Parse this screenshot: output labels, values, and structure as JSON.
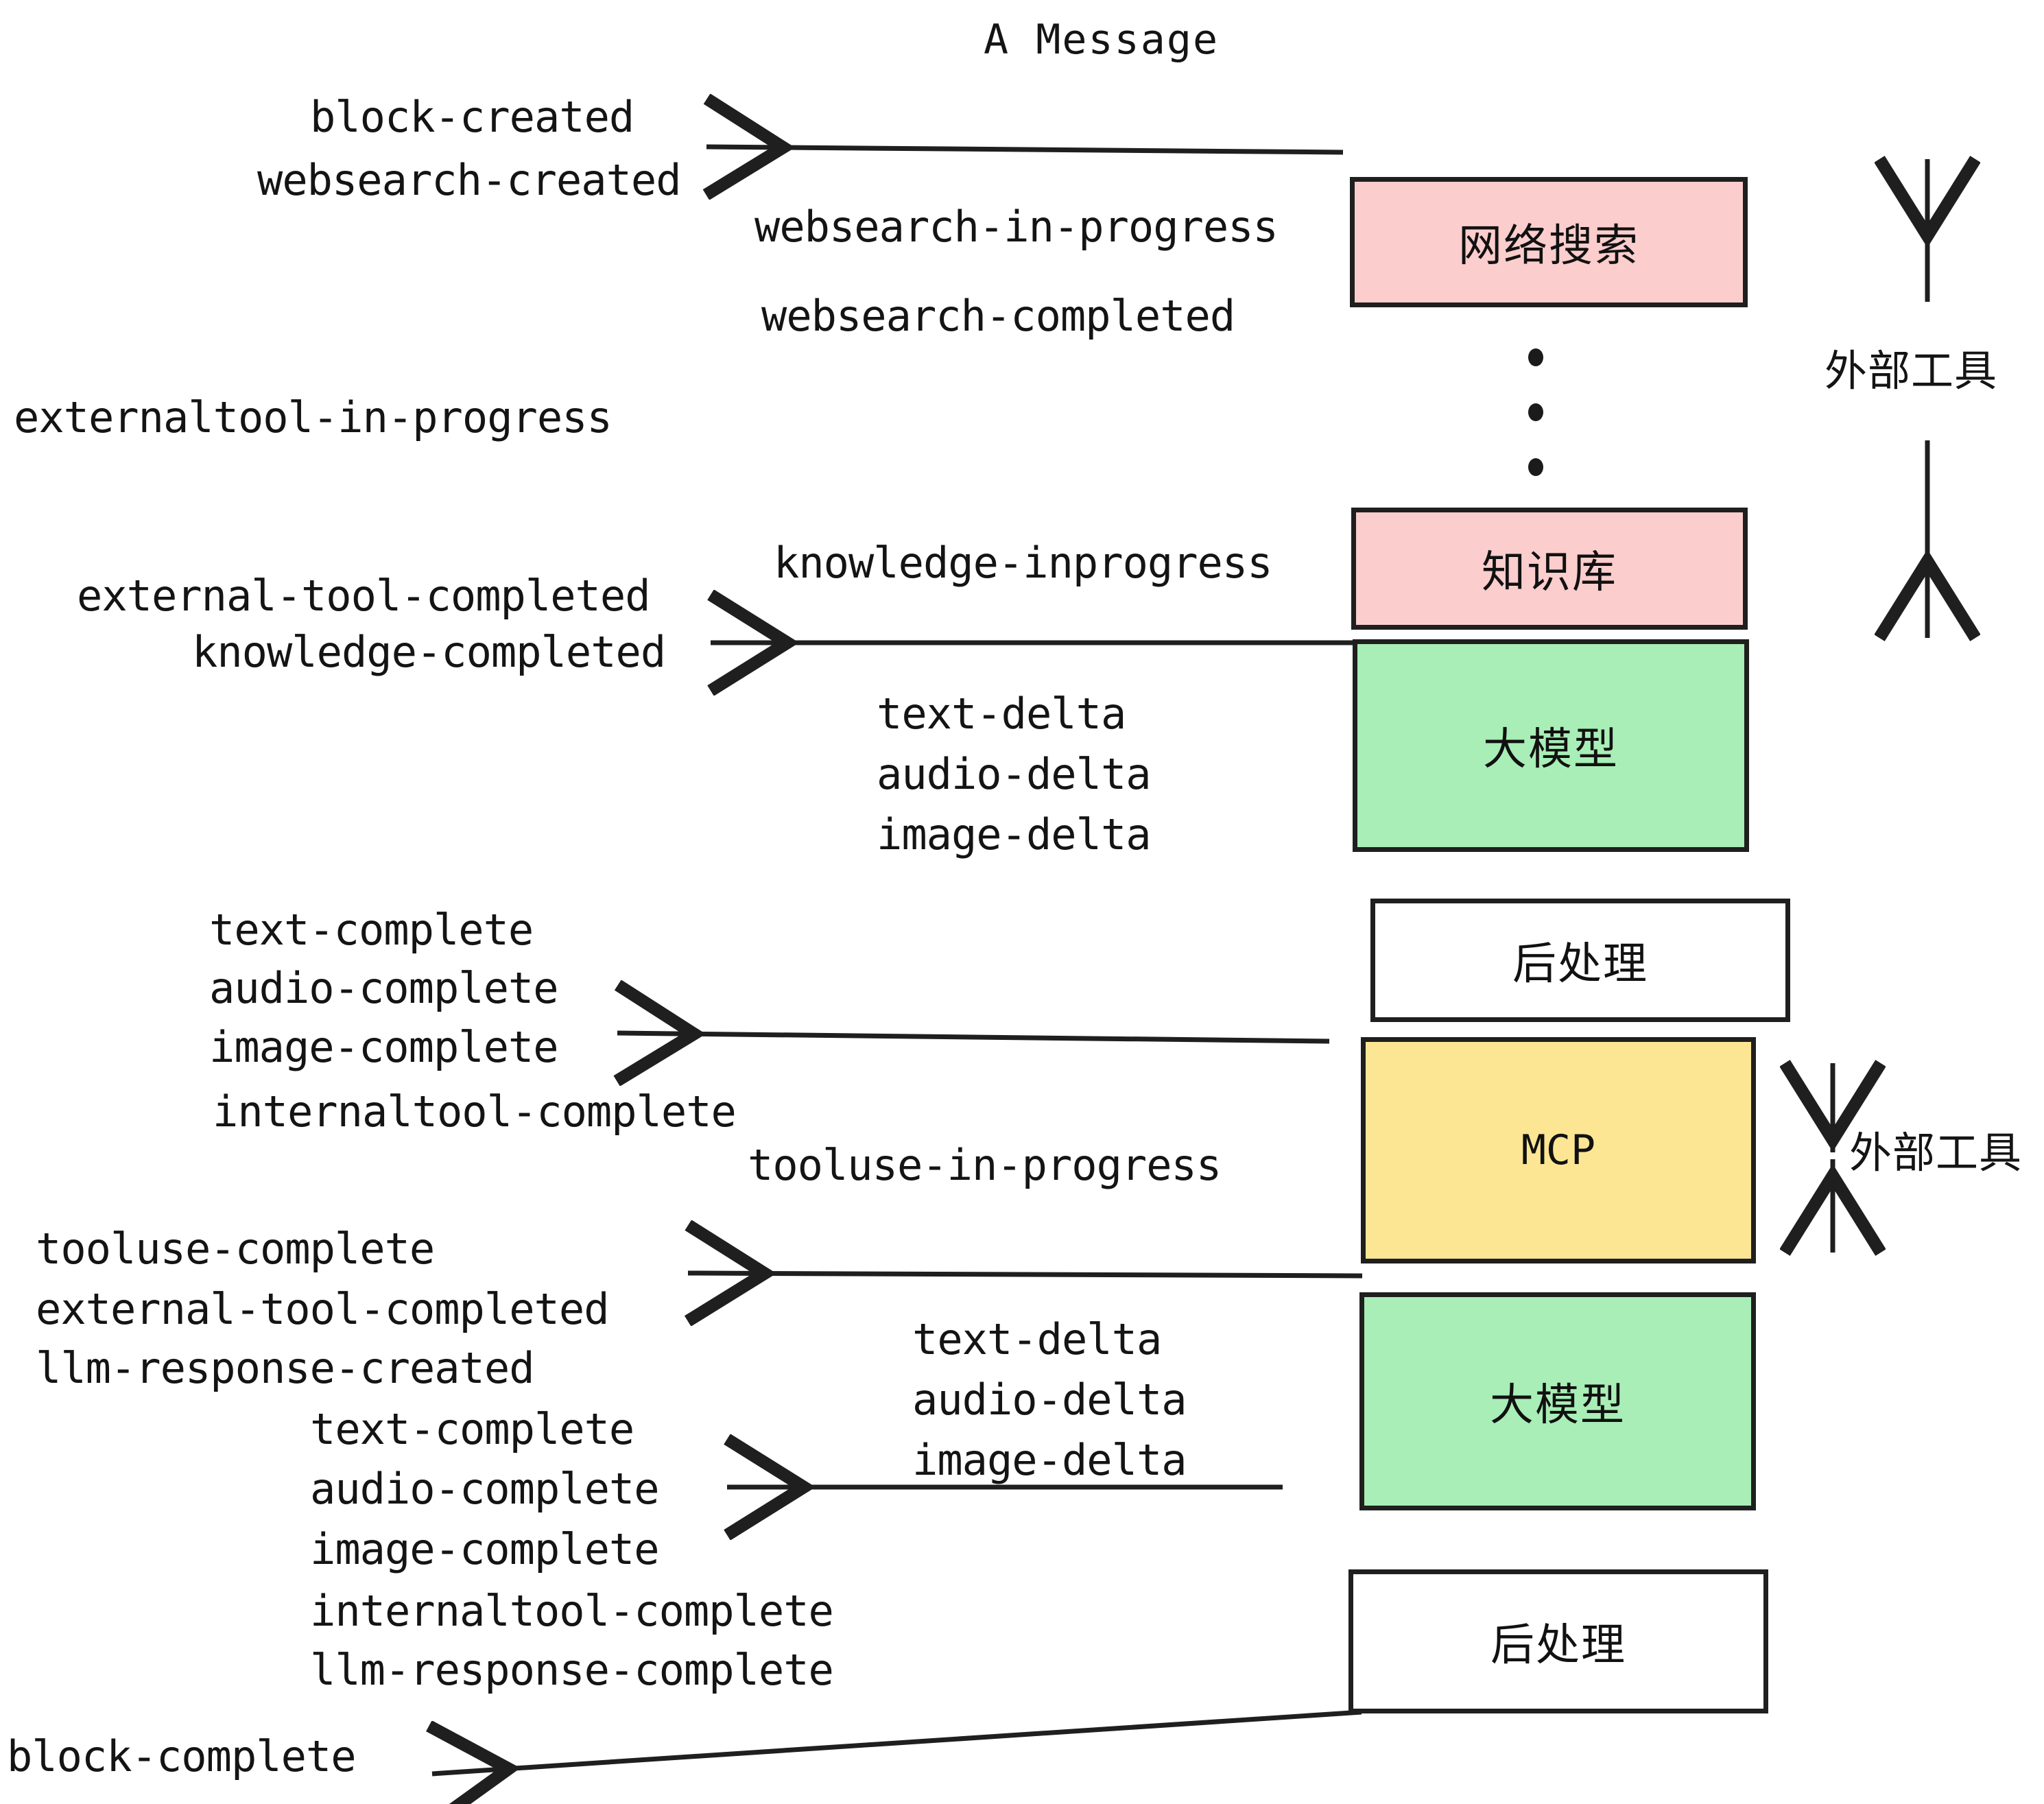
{
  "title": "A Message",
  "boxes": [
    {
      "id": "websearch",
      "label": "网络搜索",
      "color": "#fbcdcd"
    },
    {
      "id": "knowledge",
      "label": "知识库",
      "color": "#fbcdcd"
    },
    {
      "id": "llm-1",
      "label": "大模型",
      "color": "#a8eeb6"
    },
    {
      "id": "postprocess-1",
      "label": "后处理",
      "color": "#ffffff"
    },
    {
      "id": "mcp",
      "label": "MCP",
      "color": "#fce694"
    },
    {
      "id": "llm-2",
      "label": "大模型",
      "color": "#a8eeb6"
    },
    {
      "id": "postprocess-2",
      "label": "后处理",
      "color": "#ffffff"
    }
  ],
  "side_labels": [
    {
      "id": "external-tool-top",
      "label": "外部工具"
    },
    {
      "id": "external-tool-bottom",
      "label": "外部工具"
    }
  ],
  "events": [
    {
      "id": "block-created",
      "text": "block-created"
    },
    {
      "id": "websearch-created",
      "text": "websearch-created"
    },
    {
      "id": "websearch-in-progress",
      "text": "websearch-in-progress"
    },
    {
      "id": "websearch-completed",
      "text": "websearch-completed"
    },
    {
      "id": "externaltool-in-progress",
      "text": "externaltool-in-progress"
    },
    {
      "id": "knowledge-inprogress",
      "text": "knowledge-inprogress"
    },
    {
      "id": "external-tool-completed-1",
      "text": "external-tool-completed"
    },
    {
      "id": "knowledge-completed",
      "text": "knowledge-completed"
    },
    {
      "id": "text-delta-1",
      "text": "text-delta"
    },
    {
      "id": "audio-delta-1",
      "text": "audio-delta"
    },
    {
      "id": "image-delta-1",
      "text": "image-delta"
    },
    {
      "id": "text-complete-1",
      "text": "text-complete"
    },
    {
      "id": "audio-complete-1",
      "text": "audio-complete"
    },
    {
      "id": "image-complete-1",
      "text": "image-complete"
    },
    {
      "id": "internaltool-complete-1",
      "text": "internaltool-complete"
    },
    {
      "id": "tooluse-in-progress",
      "text": "tooluse-in-progress"
    },
    {
      "id": "tooluse-complete",
      "text": "tooluse-complete"
    },
    {
      "id": "external-tool-completed-2",
      "text": "external-tool-completed"
    },
    {
      "id": "llm-response-created",
      "text": "llm-response-created"
    },
    {
      "id": "text-delta-2",
      "text": "text-delta"
    },
    {
      "id": "audio-delta-2",
      "text": "audio-delta"
    },
    {
      "id": "image-delta-2",
      "text": "image-delta"
    },
    {
      "id": "text-complete-2",
      "text": "text-complete"
    },
    {
      "id": "audio-complete-2",
      "text": "audio-complete"
    },
    {
      "id": "image-complete-2",
      "text": "image-complete"
    },
    {
      "id": "internaltool-complete-2",
      "text": "internaltool-complete"
    },
    {
      "id": "llm-response-complete",
      "text": "llm-response-complete"
    },
    {
      "id": "block-complete",
      "text": "block-complete"
    }
  ],
  "colors": {
    "pink": "#fbcdcd",
    "green": "#a8eeb6",
    "yellow": "#fce694",
    "white": "#ffffff",
    "stroke": "#1f1f1f",
    "text": "#141414",
    "background": "#ffffff"
  }
}
